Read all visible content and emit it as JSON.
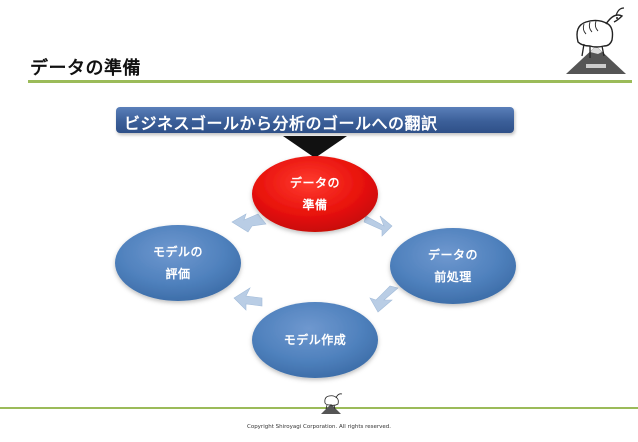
{
  "header": {
    "title": "データの準備"
  },
  "diagram": {
    "banner": "ビジネスゴールから分析のゴールへの翻訳",
    "nodes": [
      {
        "id": "prep",
        "line1": "データの",
        "line2": "準備",
        "color": "#e8120c"
      },
      {
        "id": "preprocess",
        "line1": "データの",
        "line2": "前処理",
        "color": "#4f81bd"
      },
      {
        "id": "build",
        "line1": "モデル作成",
        "line2": "",
        "color": "#4f81bd"
      },
      {
        "id": "evaluate",
        "line1": "モデルの",
        "line2": "評価",
        "color": "#4f81bd"
      }
    ]
  },
  "footer": {
    "copyright": "Copyright Shiroyagi Corporation. All rights reserved."
  },
  "colors": {
    "accent_green": "#9bbb59",
    "banner_blue": "#3b5f99",
    "node_blue": "#4f81bd",
    "node_red": "#e8120c",
    "arrow_blue": "#b9cde5"
  },
  "icons": {
    "logo": "goat-mountain-logo",
    "footer_logo": "goat-small-logo",
    "down_arrow": "down-triangle-icon"
  }
}
